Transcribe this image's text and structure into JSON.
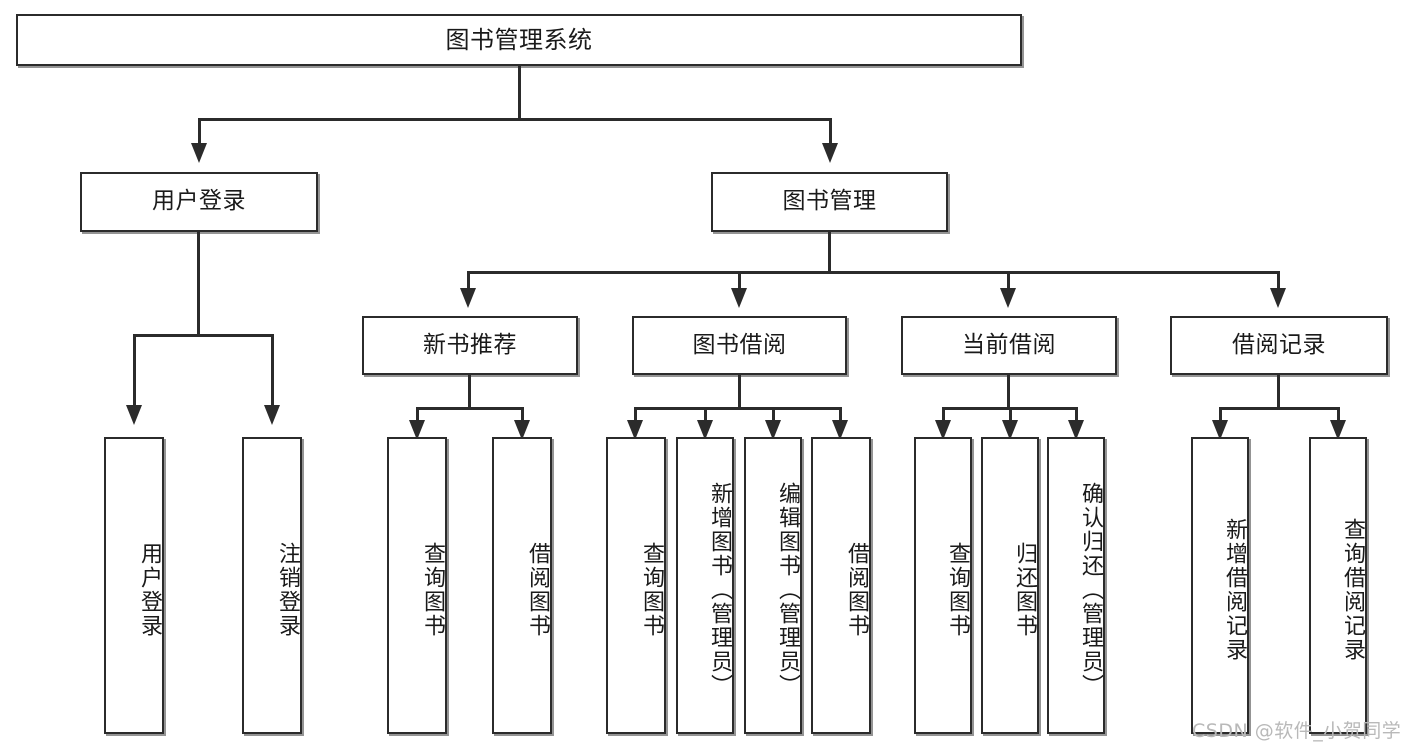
{
  "diagram": {
    "title": "图书管理系统",
    "type": "hierarchy-tree",
    "watermark": "CSDN @软件_小贺同学",
    "colors": {
      "stroke": "#2b2b2b",
      "fill": "#ffffff",
      "text": "#1a1a1a",
      "watermark": "#b9b9b9"
    },
    "root": {
      "label": "图书管理系统"
    },
    "level2": [
      {
        "id": "user-login",
        "label": "用户登录"
      },
      {
        "id": "book-manage",
        "label": "图书管理"
      }
    ],
    "level3": [
      {
        "id": "new-book-rec",
        "label": "新书推荐",
        "parent": "book-manage"
      },
      {
        "id": "book-borrow",
        "label": "图书借阅",
        "parent": "book-manage"
      },
      {
        "id": "current-borrow",
        "label": "当前借阅",
        "parent": "book-manage"
      },
      {
        "id": "borrow-record",
        "label": "借阅记录",
        "parent": "book-manage"
      }
    ],
    "leaves": [
      {
        "id": "leaf-user-login",
        "label": "用户登录",
        "parent": "user-login"
      },
      {
        "id": "leaf-user-logout",
        "label": "注销登录",
        "parent": "user-login"
      },
      {
        "id": "leaf-query-book-1",
        "label": "查询图书",
        "parent": "new-book-rec"
      },
      {
        "id": "leaf-borrow-book-1",
        "label": "借阅图书",
        "parent": "new-book-rec"
      },
      {
        "id": "leaf-query-book-2",
        "label": "查询图书",
        "parent": "book-borrow"
      },
      {
        "id": "leaf-add-book",
        "label": "新增图书（管理员）",
        "parent": "book-borrow"
      },
      {
        "id": "leaf-edit-book",
        "label": "编辑图书（管理员）",
        "parent": "book-borrow"
      },
      {
        "id": "leaf-borrow-book-2",
        "label": "借阅图书",
        "parent": "book-borrow"
      },
      {
        "id": "leaf-query-book-3",
        "label": "查询图书",
        "parent": "current-borrow"
      },
      {
        "id": "leaf-return-book",
        "label": "归还图书",
        "parent": "current-borrow"
      },
      {
        "id": "leaf-confirm-return",
        "label": "确认归还（管理员）",
        "parent": "current-borrow"
      },
      {
        "id": "leaf-add-record",
        "label": "新增借阅记录",
        "parent": "borrow-record"
      },
      {
        "id": "leaf-query-record",
        "label": "查询借阅记录",
        "parent": "borrow-record"
      }
    ]
  }
}
